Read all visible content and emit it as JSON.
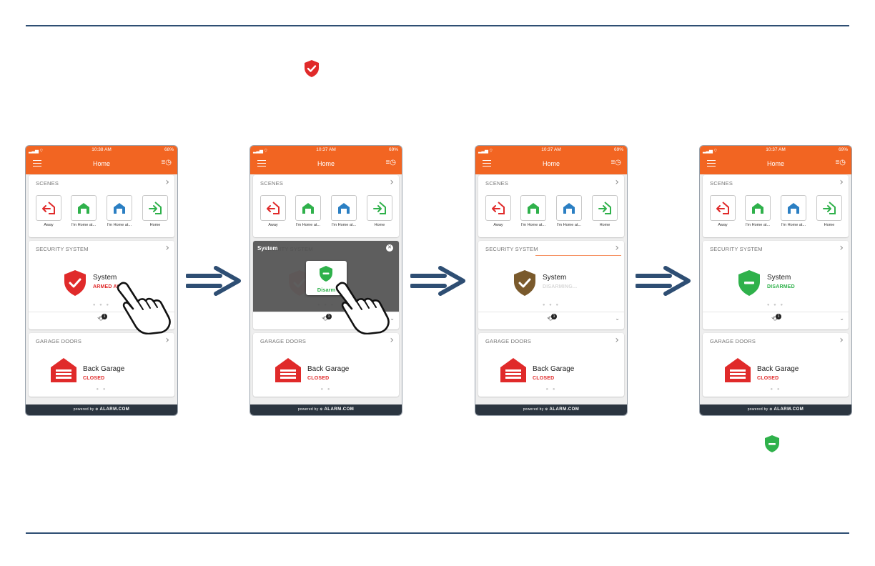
{
  "colors": {
    "accent": "#f26522",
    "rule": "#2e4e73",
    "arrow": "#2e4e73",
    "armed": "#e02a2a",
    "disarming": "#7a5a2c",
    "disarmed": "#2fb14b"
  },
  "icons": {
    "armed_shield": "shield-check-icon",
    "disarmed_shield": "shield-minus-icon",
    "hand": "pointing-hand-icon",
    "arrow": "double-arrow-right-icon"
  },
  "phones": [
    {
      "status_time": "10:38 AM",
      "status_battery": "68%",
      "header_title": "Home",
      "scenes_title": "SCENES",
      "scenes": [
        {
          "label": "Away",
          "icon": "away-house-icon"
        },
        {
          "label": "I'm Home at...",
          "icon": "home-garage-icon"
        },
        {
          "label": "I'm Home at...",
          "icon": "home-garage-icon"
        },
        {
          "label": "Home",
          "icon": "home-enter-icon"
        }
      ],
      "security_title": "SECURITY SYSTEM",
      "system_name": "System",
      "system_state": "ARMED AWAY",
      "sensor_count": "1",
      "garage_title": "GARAGE DOORS",
      "garage_name": "Back Garage",
      "garage_state": "CLOSED",
      "footer_text": "powered by",
      "footer_brand": "ALARM.COM"
    },
    {
      "status_time": "10:37 AM",
      "status_battery": "69%",
      "header_title": "Home",
      "scenes_title": "SCENES",
      "scenes": [
        {
          "label": "Away",
          "icon": "away-house-icon"
        },
        {
          "label": "I'm Home at...",
          "icon": "home-garage-icon"
        },
        {
          "label": "I'm Home at...",
          "icon": "home-garage-icon"
        },
        {
          "label": "Home",
          "icon": "home-enter-icon"
        }
      ],
      "security_title": "SECURITY SYSTEM",
      "overlay_title": "System",
      "overlay_button": "Disarm",
      "sensor_count": "1",
      "garage_title": "GARAGE DOORS",
      "garage_name": "Back Garage",
      "garage_state": "CLOSED",
      "footer_text": "powered by",
      "footer_brand": "ALARM.COM"
    },
    {
      "status_time": "10:37 AM",
      "status_battery": "69%",
      "header_title": "Home",
      "scenes_title": "SCENES",
      "scenes": [
        {
          "label": "Away",
          "icon": "away-house-icon"
        },
        {
          "label": "I'm Home at...",
          "icon": "home-garage-icon"
        },
        {
          "label": "I'm Home at...",
          "icon": "home-garage-icon"
        },
        {
          "label": "Home",
          "icon": "home-enter-icon"
        }
      ],
      "security_title": "SECURITY SYSTEM",
      "system_name": "System",
      "system_state": "DISARMING...",
      "sensor_count": "1",
      "garage_title": "GARAGE DOORS",
      "garage_name": "Back Garage",
      "garage_state": "CLOSED",
      "footer_text": "powered by",
      "footer_brand": "ALARM.COM"
    },
    {
      "status_time": "10:37 AM",
      "status_battery": "69%",
      "header_title": "Home",
      "scenes_title": "SCENES",
      "scenes": [
        {
          "label": "Away",
          "icon": "away-house-icon"
        },
        {
          "label": "I'm Home at...",
          "icon": "home-garage-icon"
        },
        {
          "label": "I'm Home at...",
          "icon": "home-garage-icon"
        },
        {
          "label": "Home",
          "icon": "home-enter-icon"
        }
      ],
      "security_title": "SECURITY SYSTEM",
      "system_name": "System",
      "system_state": "DISARMED",
      "sensor_count": "1",
      "garage_title": "GARAGE DOORS",
      "garage_name": "Back Garage",
      "garage_state": "CLOSED",
      "footer_text": "powered by",
      "footer_brand": "ALARM.COM"
    }
  ]
}
